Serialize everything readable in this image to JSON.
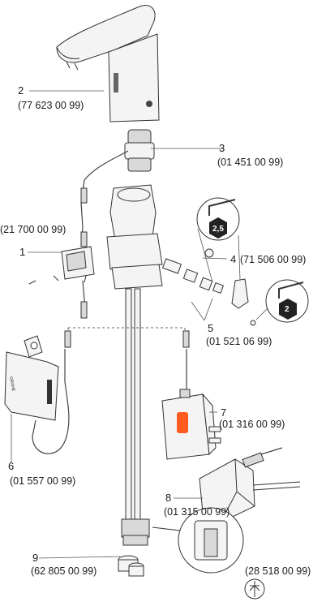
{
  "parts": [
    {
      "number": "1",
      "code": "(21 700 00 99)"
    },
    {
      "number": "2",
      "code": "(77 623 00 99)"
    },
    {
      "number": "3",
      "code": "(01 451 00 99)"
    },
    {
      "number": "4",
      "code": "(71 506 00 99)"
    },
    {
      "number": "5",
      "code": "(01 521 06 99)"
    },
    {
      "number": "6",
      "code": "(01 557 00 99)"
    },
    {
      "number": "7",
      "code": "(01 316 00 99)"
    },
    {
      "number": "8",
      "code": "(01 315 00 99)"
    },
    {
      "number": "9",
      "code": "(62 805 00 99)"
    },
    {
      "number": "",
      "code": "(28 518 00 99)"
    }
  ],
  "tool_badges": [
    {
      "size": "2,5",
      "icon": "hex-key-icon"
    },
    {
      "size": "2",
      "icon": "hex-key-icon"
    }
  ],
  "box_brand": "GROHE",
  "colors": {
    "adapter_accent": "#ff5a1f",
    "line": "#333333",
    "part_fill": "#f4f4f4"
  }
}
